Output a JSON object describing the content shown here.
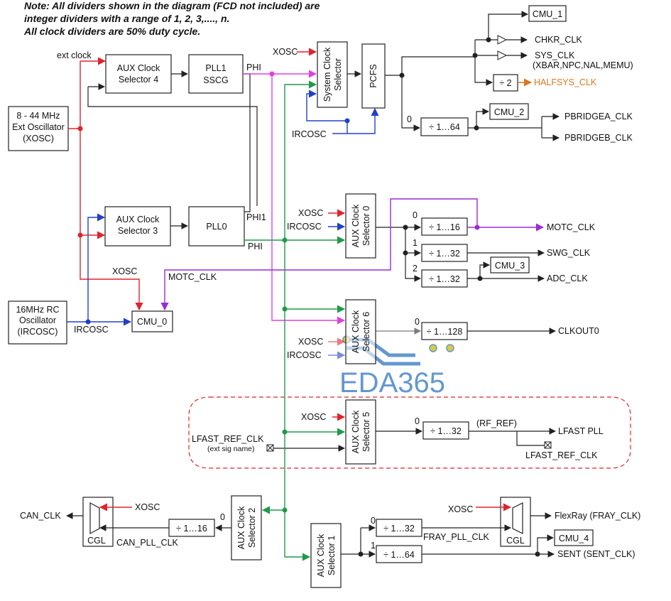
{
  "note": {
    "line1": "Note: All dividers shown in the diagram (FCD not included) are",
    "line2": "integer dividers with a range of 1, 2, 3,...., n.",
    "line3": "All clock dividers are 50% duty cycle."
  },
  "sources": {
    "xosc_box": [
      "8 - 44 MHz",
      "Ext Oscillator",
      "(XOSC)"
    ],
    "irc_box": [
      "16MHz RC",
      "Oscillator",
      "(IRCOSC)"
    ],
    "ext_clock": "ext clock"
  },
  "blocks": {
    "aux4": [
      "AUX Clock",
      "Selector 4"
    ],
    "pll1": [
      "PLL1",
      "SSCG"
    ],
    "aux3": [
      "AUX Clock",
      "Selector 3"
    ],
    "pll0": "PLL0",
    "cmu0": "CMU_0",
    "sys_sel": [
      "System Clock",
      "Selector"
    ],
    "pcfs": "PCFS",
    "aux0": [
      "AUX Clock",
      "Selector 0"
    ],
    "aux6": [
      "AUX Clock",
      "Selector 6"
    ],
    "aux5": [
      "AUX Clock",
      "Selector 5"
    ],
    "aux2": [
      "AUX Clock",
      "Selector 2"
    ],
    "aux1": [
      "AUX Clock",
      "Selector 1"
    ],
    "cgl": "CGL"
  },
  "signals": {
    "phi": "PHI",
    "phi1": "PHI1",
    "xosc": "XOSC",
    "ircosc": "IRCOSC",
    "motc_clk": "MOTC_CLK",
    "lfast_ref_in": "LFAST_REF_CLK",
    "ext_sig_name": "(ext sig name)",
    "rf_ref": "(RF_REF)",
    "can_pll_clk": "CAN_PLL_CLK",
    "fray_pll_clk": "FRAY_PLL_CLK",
    "zero": "0",
    "one": "1",
    "two": "2"
  },
  "dividers": {
    "div2": "÷ 2",
    "div64": "÷ 1…64",
    "div16": "÷ 1…16",
    "div32": "÷ 1…32",
    "div128": "÷ 1…128"
  },
  "cmus": {
    "cmu1": "CMU_1",
    "cmu2": "CMU_2",
    "cmu3": "CMU_3",
    "cmu4": "CMU_4"
  },
  "outputs": {
    "chkr": "CHKR_CLK",
    "sys": "SYS_CLK",
    "sys_note": "(XBAR,NPC,NAL,MEMU)",
    "halfsys": "HALFSYS_CLK",
    "pbridgea": "PBRIDGEA_CLK",
    "pbridgeb": "PBRIDGEB_CLK",
    "motc": "MOTC_CLK",
    "swg": "SWG_CLK",
    "adc": "ADC_CLK",
    "clkout0": "CLKOUT0",
    "lfast_pll": "LFAST PLL",
    "lfast_ref_out": "LFAST_REF_CLK",
    "can": "CAN_CLK",
    "flexray": "FlexRay (FRAY_CLK)",
    "sent": "SENT (SENT_CLK)"
  },
  "watermark": "EDA365",
  "colors": {
    "red": "#e0242a",
    "blue": "#2340c8",
    "green": "#1f9a4a",
    "magenta": "#e040e0",
    "purple": "#9a2bd6",
    "orange": "#d9771d",
    "watermark": "#4a86c8"
  }
}
